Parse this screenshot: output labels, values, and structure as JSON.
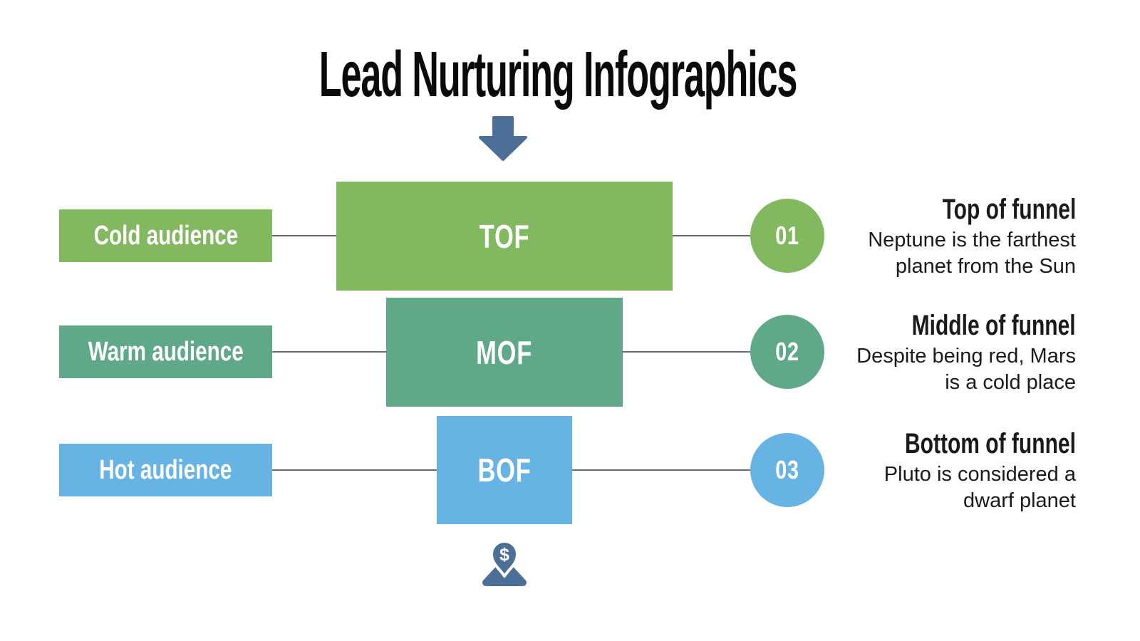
{
  "title": "Lead Nurturing Infographics",
  "colors": {
    "green": "#82b85f",
    "teal": "#5fa888",
    "blue": "#66b3e4",
    "slate_accent": "#4b6f96",
    "connector_line": "#6b6b6b",
    "text": "#1a1a1a",
    "background": "#ffffff"
  },
  "icons": {
    "top_arrow": "down-arrow-icon",
    "bottom_pin": "money-location-pin-icon",
    "dollar_symbol": "$"
  },
  "rows": [
    {
      "audience": "Cold audience",
      "stage": "TOF",
      "number": "01",
      "heading": "Top of funnel",
      "description": "Neptune is the farthest planet from the Sun",
      "color": "#82b85f"
    },
    {
      "audience": "Warm audience",
      "stage": "MOF",
      "number": "02",
      "heading": "Middle of funnel",
      "description": "Despite being red, Mars is a cold place",
      "color": "#5fa888"
    },
    {
      "audience": "Hot audience",
      "stage": "BOF",
      "number": "03",
      "heading": "Bottom of funnel",
      "description": "Pluto is considered a dwarf planet",
      "color": "#66b3e4"
    }
  ]
}
